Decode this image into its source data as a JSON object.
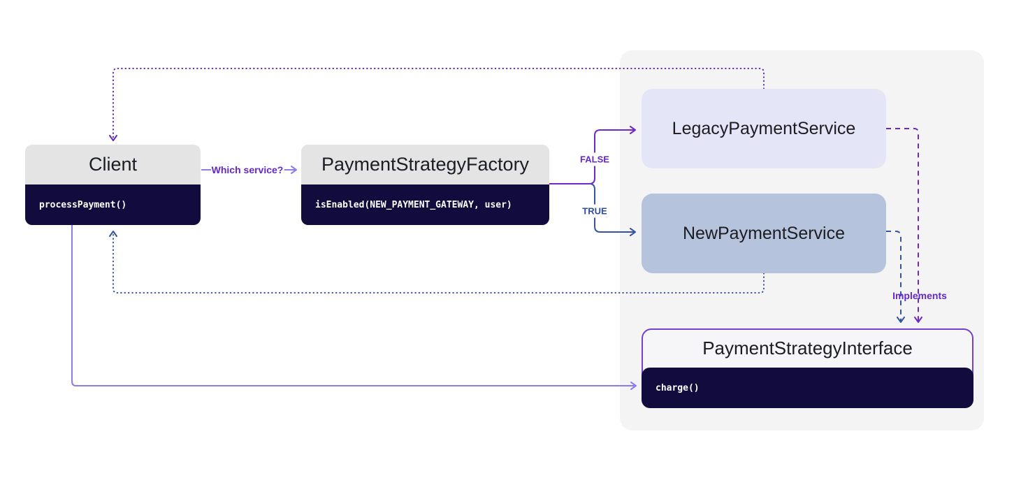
{
  "diagram": {
    "nodes": {
      "client": {
        "title": "Client",
        "method": "processPayment()"
      },
      "factory": {
        "title": "PaymentStrategyFactory",
        "method": "isEnabled(NEW_PAYMENT_GATEWAY, user)"
      },
      "legacy_service": {
        "title": "LegacyPaymentService"
      },
      "new_service": {
        "title": "NewPaymentService"
      },
      "strategy_interface": {
        "title": "PaymentStrategyInterface",
        "method": "charge()"
      }
    },
    "edges": {
      "which_service_label": "Which service?",
      "false_label": "FALSE",
      "true_label": "TRUE",
      "implements_label": "Implements"
    },
    "colors": {
      "purple": "#6d28c9",
      "dotted_purple": "#5e2bbe",
      "light_purple": "#8f7cea",
      "blue": "#35549e",
      "label_purple": "#6529c8",
      "label_blue": "#2e4d9b",
      "dark_navy": "#120b3e",
      "header_gray": "#e4e4e5",
      "panel_gray": "#f4f4f5",
      "legacy_bg": "#e4e6f7",
      "new_bg": "#b6c3dc",
      "interface_border": "#7442c8",
      "interface_header_bg": "#f6f5f7",
      "title_text": "#1b1d22",
      "method_text": "#ffffff",
      "canvas_bg": "#ffffff"
    }
  }
}
